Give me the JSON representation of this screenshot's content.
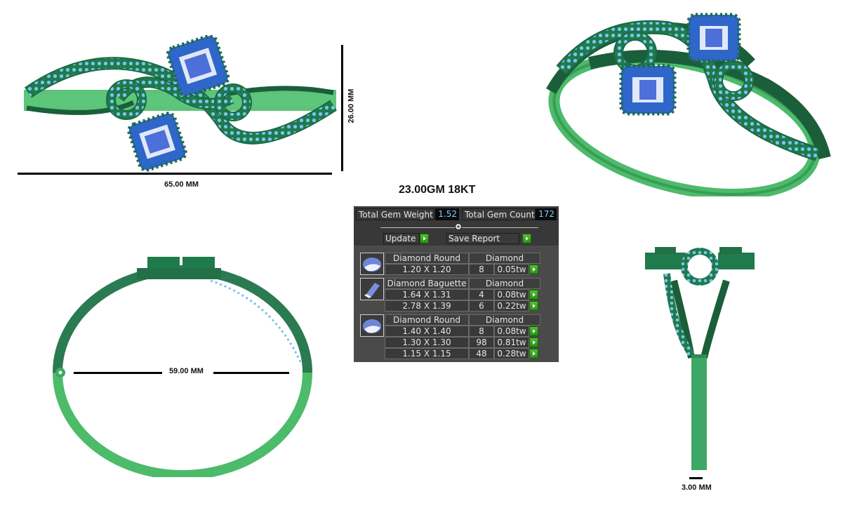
{
  "title": "23.00GM 18KT",
  "dimensions": {
    "width": "65.00 MM",
    "height": "26.00 MM",
    "inner_diameter": "59.00 MM",
    "band_width": "3.00 MM"
  },
  "views": {
    "front": "front-view",
    "perspective": "perspective-view",
    "side": "side-view",
    "top": "top-view"
  },
  "colors": {
    "metal_dark": "#1f6e45",
    "metal_light": "#4cbb6a",
    "gem_light": "#6fb6ec",
    "gem_center": "#4c6fd9",
    "panel_bg": "#4a4a4a",
    "value_text": "#7fd0ff",
    "go_button": "#3aa822"
  },
  "panel": {
    "total_weight_label": "Total Gem Weight",
    "total_weight_value": "1.52",
    "total_count_label": "Total Gem Count",
    "total_count_value": "172",
    "update_label": "Update",
    "save_report_label": "Save Report",
    "groups": [
      {
        "icon": "round-gem-icon",
        "shape": "Diamond Round",
        "material": "Diamond",
        "rows": [
          {
            "size": "1.20 X 1.20",
            "count": "8",
            "weight": "0.05tw"
          }
        ]
      },
      {
        "icon": "baguette-gem-icon",
        "shape": "Diamond Baguette",
        "material": "Diamond",
        "rows": [
          {
            "size": "1.64 X 1.31",
            "count": "4",
            "weight": "0.08tw"
          },
          {
            "size": "2.78 X 1.39",
            "count": "6",
            "weight": "0.22tw"
          }
        ]
      },
      {
        "icon": "round-gem-icon",
        "shape": "Diamond Round",
        "material": "Diamond",
        "rows": [
          {
            "size": "1.40 X 1.40",
            "count": "8",
            "weight": "0.08tw"
          },
          {
            "size": "1.30 X 1.30",
            "count": "98",
            "weight": "0.81tw"
          },
          {
            "size": "1.15 X 1.15",
            "count": "48",
            "weight": "0.28tw"
          }
        ]
      }
    ]
  }
}
